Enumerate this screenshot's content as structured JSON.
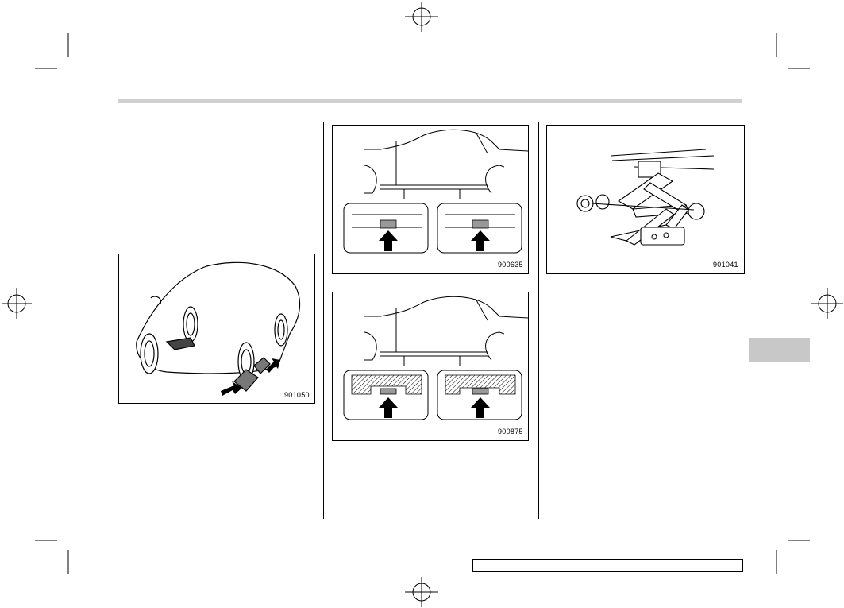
{
  "page": {
    "header_bar_color": "#d0d0d0",
    "section_tab_color": "#c8c8c8",
    "footer_page_label": ""
  },
  "figures": [
    {
      "id": "wheel-chocks",
      "code": "901050",
      "description_icon": "car-with-wheel-chocks-illustration"
    },
    {
      "id": "jack-points-sedan",
      "code": "900635",
      "description_icon": "jack-point-location-illustration"
    },
    {
      "id": "jack-points-hatched",
      "code": "900875",
      "description_icon": "jack-point-location-hatched-illustration"
    },
    {
      "id": "scissor-jack",
      "code": "901041",
      "description_icon": "scissor-jack-illustration"
    }
  ]
}
